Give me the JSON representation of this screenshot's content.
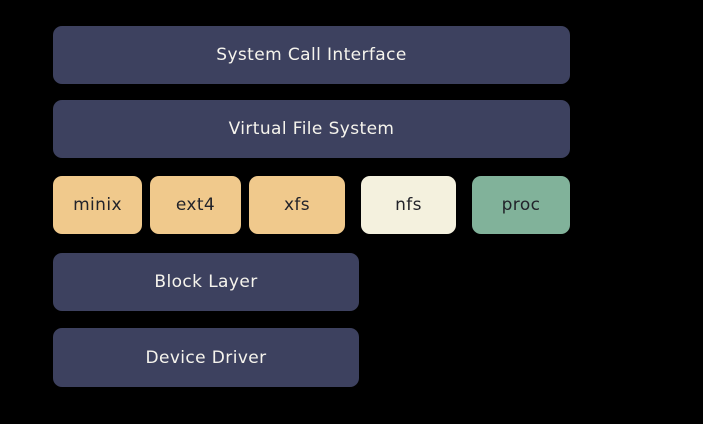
{
  "colors": {
    "background": "#000000",
    "navy": "#3D415F",
    "orange": "#F0C98C",
    "cream": "#F4F1DE",
    "green": "#81B29A",
    "light_text": "#F6F4ED",
    "dark_text": "#22232A"
  },
  "diagram": {
    "top_layers": [
      {
        "label": "System Call Interface"
      },
      {
        "label": "Virtual File System"
      }
    ],
    "filesystems": [
      {
        "label": "minix",
        "color": "orange"
      },
      {
        "label": "ext4",
        "color": "orange"
      },
      {
        "label": "xfs",
        "color": "orange"
      },
      {
        "label": "nfs",
        "color": "cream"
      },
      {
        "label": "proc",
        "color": "green"
      }
    ],
    "bottom_layers": [
      {
        "label": "Block Layer"
      },
      {
        "label": "Device Driver"
      }
    ]
  }
}
